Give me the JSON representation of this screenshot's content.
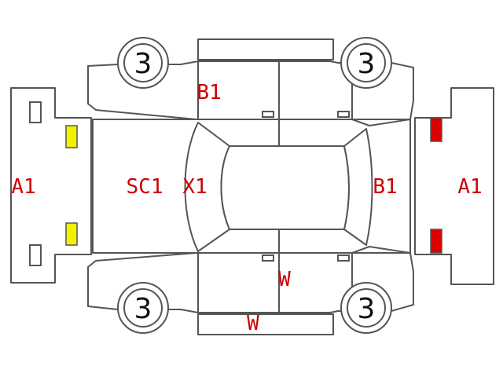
{
  "colors": {
    "outline": "#555555",
    "code_text": "#cc0000",
    "wheel_text": "#111111",
    "light_front": "#f2f200",
    "light_rear": "#dd0000"
  },
  "wheels": {
    "front_left": "3",
    "rear_left": "3",
    "front_right": "3",
    "rear_right": "3"
  },
  "codes": {
    "front_bumper": "A1",
    "rear_bumper": "A1",
    "upper_door": "B1",
    "rear_glass": "B1",
    "hood": "SC1",
    "windshield": "X1",
    "lower_door": "W",
    "lower_sill": "W"
  }
}
